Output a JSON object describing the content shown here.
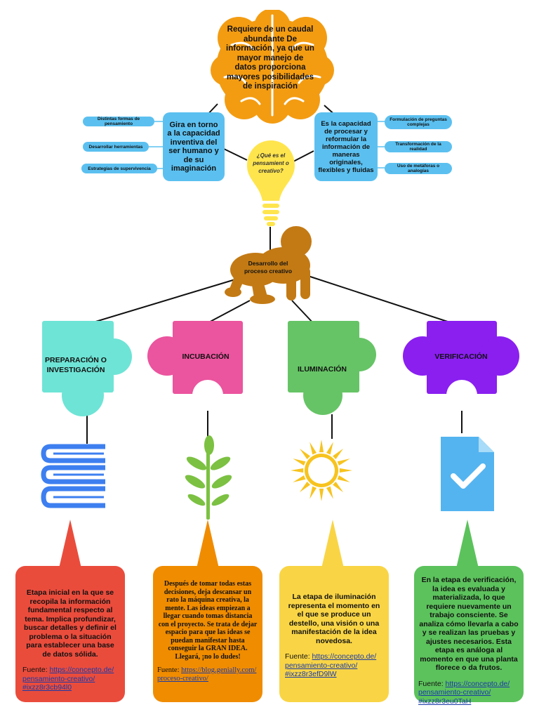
{
  "colors": {
    "orange": "#f39c12",
    "blue": "#5bc0f0",
    "yellow": "#ffe54d",
    "baby": "#c37a14",
    "teal": "#6ee4d6",
    "pink": "#eb549e",
    "green": "#66c466",
    "purple": "#8a1ff0",
    "red": "#ea4c3c",
    "dark_orange": "#f08c00",
    "light_yellow": "#f9d545",
    "bright_green": "#5cc25c"
  },
  "brain": {
    "text": "Requiere de un caudal abundante De información, ya que un mayor manejo de datos proporciona mayores posibilidades de inspiración"
  },
  "left_box": {
    "text": "Gira en torno a la capacidad inventiva del ser humano y de su imaginación",
    "items": [
      "Distintas formas de pensamiento",
      "Desarrollar herramientas",
      "Estrategias de supervivencia"
    ]
  },
  "right_box": {
    "text": "Es la capacidad de procesar y reformular la información de maneras originales, flexibles y fluidas",
    "items": [
      "Formulación de preguntas complejas",
      "Transformación de la realidad",
      "Uso de metáforas o analogías"
    ]
  },
  "bulb": {
    "text": "¿Qué es el pensamient o creativo?"
  },
  "baby": {
    "text": "Desarrollo del proceso creativo"
  },
  "stages": [
    {
      "label": "PREPARACIÓN O INVESTIGACIÓN",
      "icon": "books-icon",
      "body": "Etapa inicial en la que se recopila la información fundamental respecto al tema. Implica profundizar, buscar detalles y definir el problema o la situación para establecer una base de datos sólida.",
      "source_label": "Fuente: ",
      "source_link": "https://concepto.de/ pensamiento-creativo/ #ixzz8r3cb94l0"
    },
    {
      "label": "INCUBACIÓN",
      "icon": "sprout-icon",
      "body": "Después de tomar todas estas decisiones, deja descansar un rato la máquina creativa, la mente. Las ideas empiezan a llegar cuando tomas distancia con el proyecto. Se trata de dejar espacio para que las ideas se puedan manifestar hasta conseguir la GRAN IDEA. Llegará, ¡no lo dudes!",
      "source_label": "Fuente: ",
      "source_link": "https://blog.genially.com/ proceso-creativo/"
    },
    {
      "label": "ILUMINACIÓN",
      "icon": "sun-icon",
      "body": "La etapa de iluminación representa el momento en el que se produce un destello, una visión o una manifestación de la idea novedosa.",
      "source_label": "Fuente: ",
      "source_link": "https://concepto.de/ pensamiento-creativo/ #ixzz8r3efD9lW"
    },
    {
      "label": "VERIFICACIÓN",
      "icon": "checked-document-icon",
      "body": "En la etapa de verificación, la idea es evaluada y materializada, lo que requiere nuevamente un trabajo consciente. Se analiza cómo llevarla a cabo y se realizan las pruebas y ajustes necesarios. Esta etapa es análoga al momento en que una planta florece o da frutos.",
      "source_label": "Fuente: ",
      "source_link": "https://concepto.de/ pensamiento-creativo/ #ixzz8r3eu0TaH"
    }
  ]
}
